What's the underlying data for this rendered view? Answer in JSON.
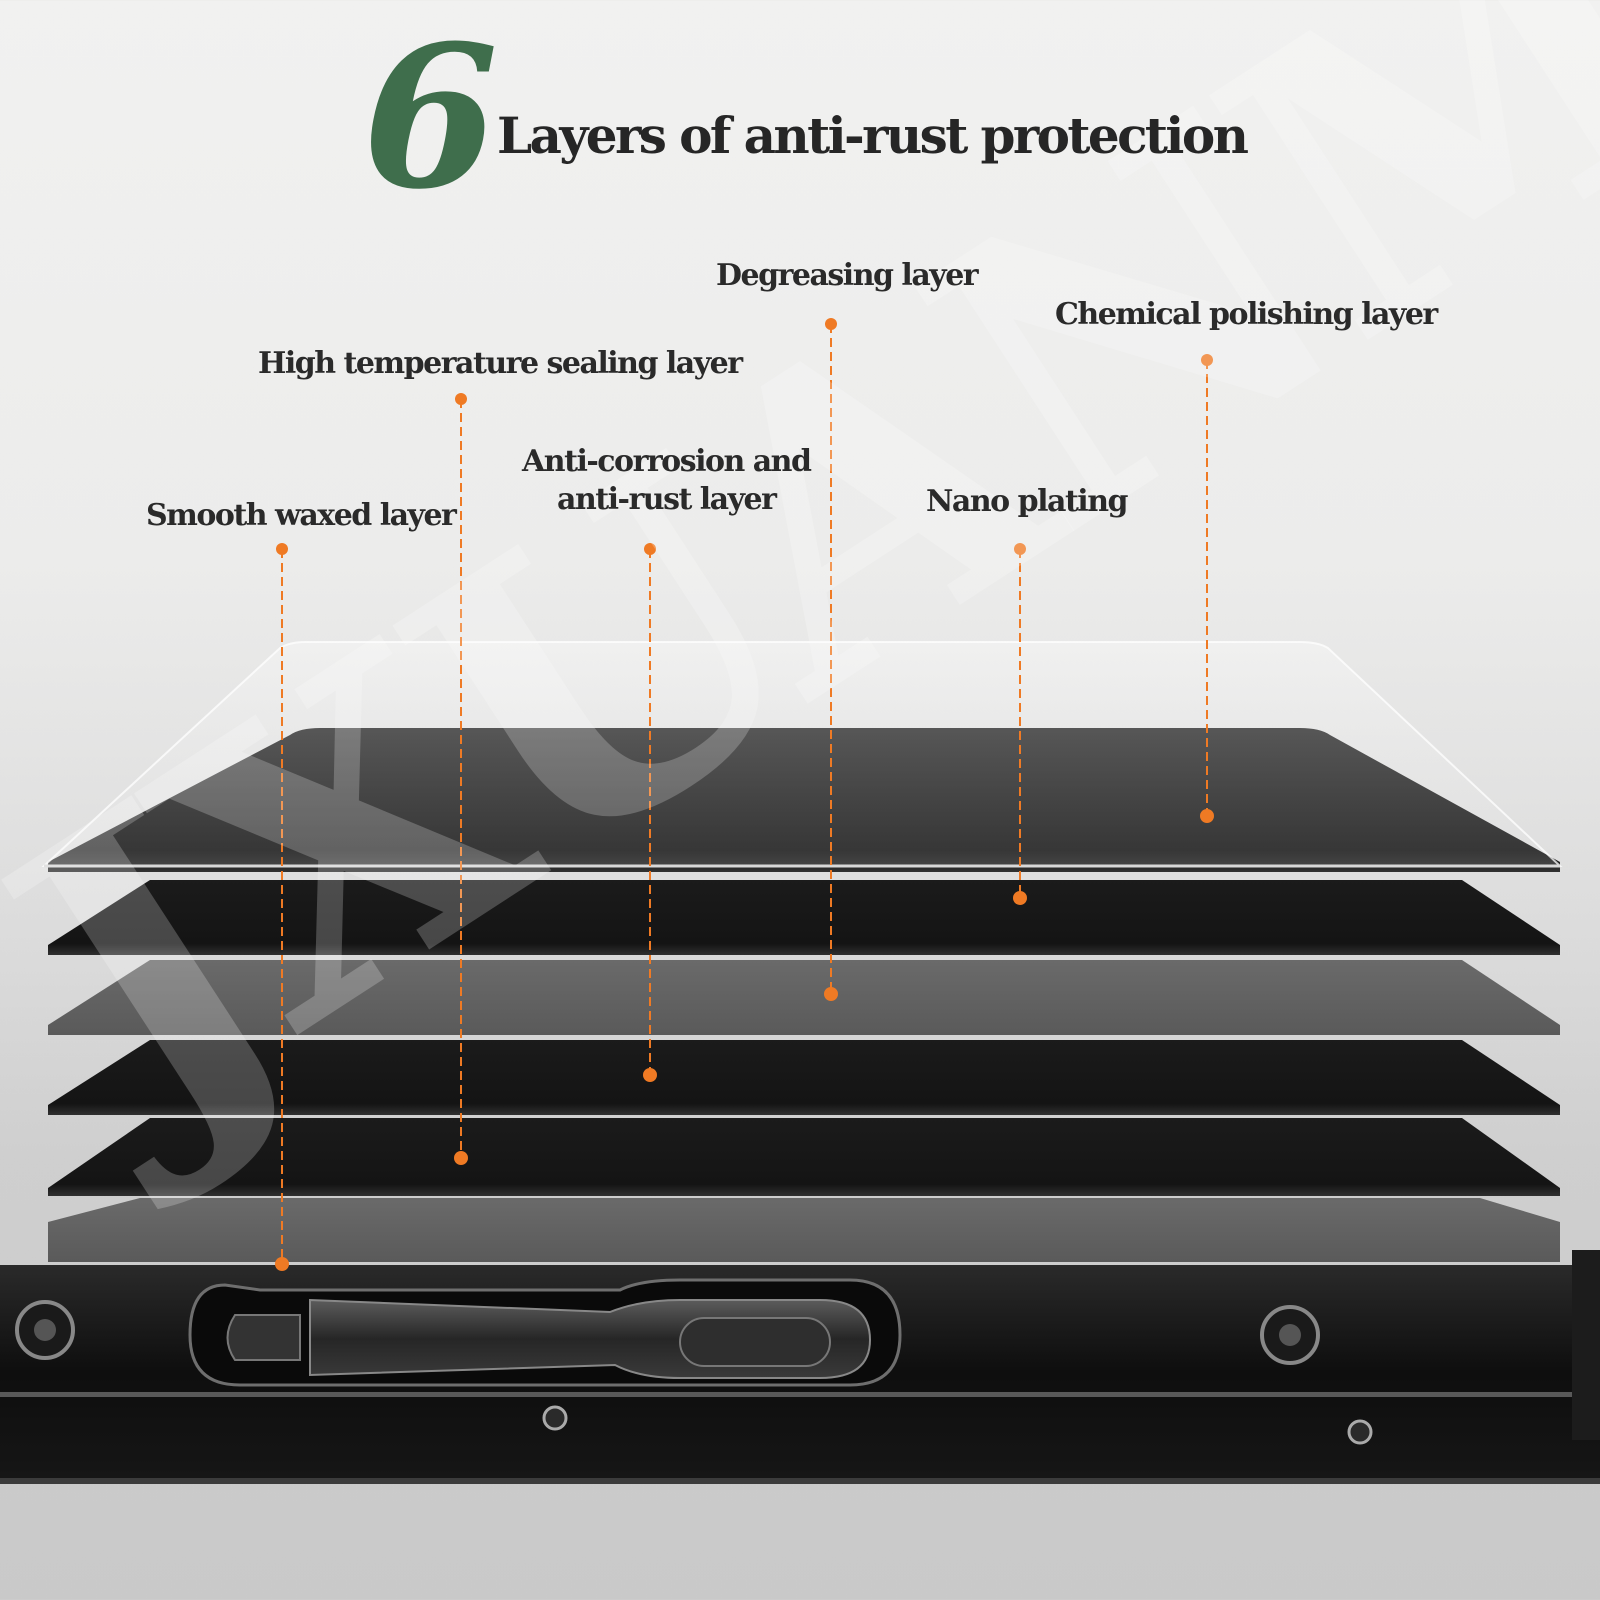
{
  "title": {
    "number": "6",
    "text": "Layers of anti-rust protection"
  },
  "watermark": "JXUANMM",
  "colors": {
    "title_number": "#3f6e4c",
    "callout": "#ef7a24",
    "text": "#262626"
  },
  "layers": [
    "Smooth waxed layer",
    "High temperature sealing layer",
    "Anti-corrosion and anti-rust layer",
    "Degreasing layer",
    "Nano plating",
    "Chemical polishing layer"
  ],
  "labels": {
    "smooth_waxed": "Smooth waxed layer",
    "high_temp_sealing": "High temperature sealing layer",
    "anti_corrosion_line1": "Anti-corrosion and",
    "anti_corrosion_line2": "anti-rust layer",
    "degreasing": "Degreasing layer",
    "nano_plating": "Nano plating",
    "chemical_polishing": "Chemical polishing layer"
  }
}
